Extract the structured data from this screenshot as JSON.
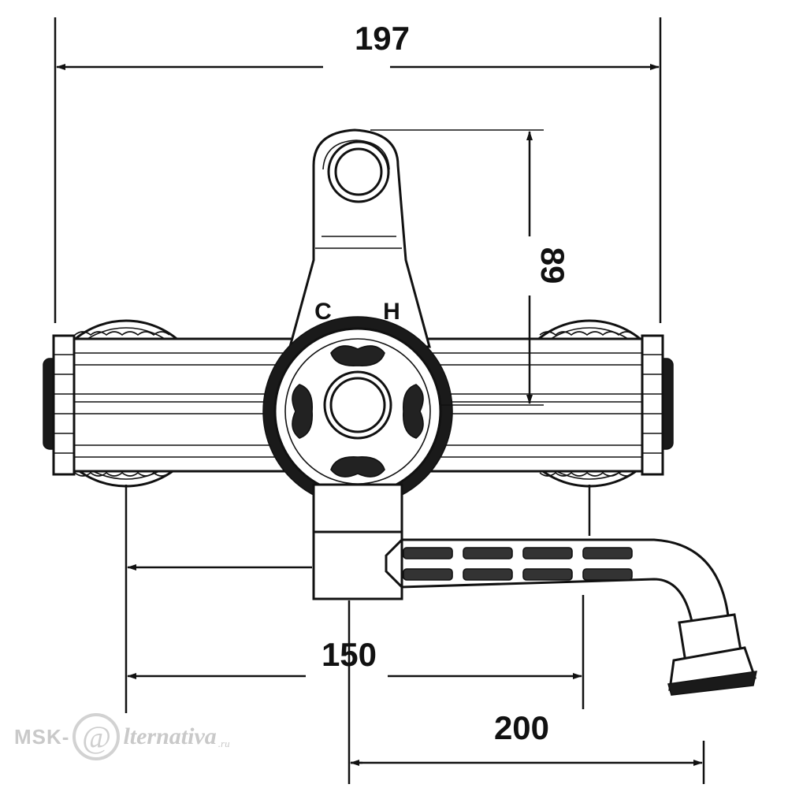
{
  "dimensions": {
    "overall_width": "197",
    "lever_height": "89",
    "center_to_spout": "150",
    "spout_length": "200"
  },
  "valve_labels": {
    "cold": "C",
    "hot": "H"
  },
  "watermark": {
    "left": "MSK-",
    "circle_glyph": "@",
    "right": "lternativa",
    "suffix": ".ru"
  },
  "colors": {
    "line": "#111111",
    "watermark": "#c9c9c9"
  }
}
